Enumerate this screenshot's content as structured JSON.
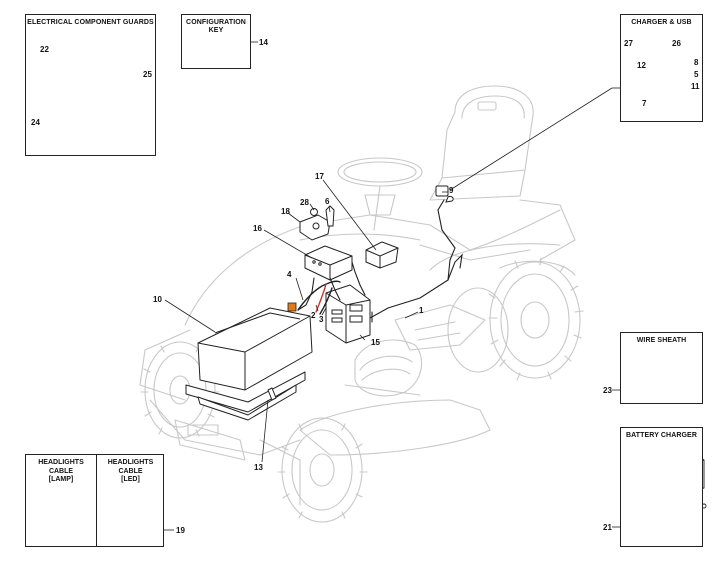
{
  "boxes": {
    "guards": {
      "title": "ELECTRICAL COMPONENT GUARDS"
    },
    "config": {
      "title": "CONFIGURATION KEY"
    },
    "charger_usb": {
      "title": "CHARGER & USB"
    },
    "wire_sheath": {
      "title": "WIRE SHEATH"
    },
    "battery_charger": {
      "title": "BATTERY CHARGER"
    },
    "headlights_lamp": {
      "title": "HEADLIGHTS CABLE\n[LAMP]"
    },
    "headlights_led": {
      "title": "HEADLIGHTS CABLE\n[LED]"
    }
  },
  "callouts": {
    "c1": "1",
    "c2": "2",
    "c3": "3",
    "c4": "4",
    "c5": "5",
    "c6": "6",
    "c7": "7",
    "c8": "8",
    "c9": "9",
    "c10": "10",
    "c11": "11",
    "c12": "12",
    "c13": "13",
    "c14": "14",
    "c15": "15",
    "c16": "16",
    "c17": "17",
    "c18": "18",
    "c19": "19",
    "c21": "21",
    "c22": "22",
    "c23": "23",
    "c24": "24",
    "c25": "25",
    "c26": "26",
    "c27": "27",
    "c28": "28"
  },
  "colors": {
    "line": "#222222",
    "ghost": "#c8c8c8",
    "red_wire": "#d0322a",
    "orange_part": "#e07a1a"
  }
}
